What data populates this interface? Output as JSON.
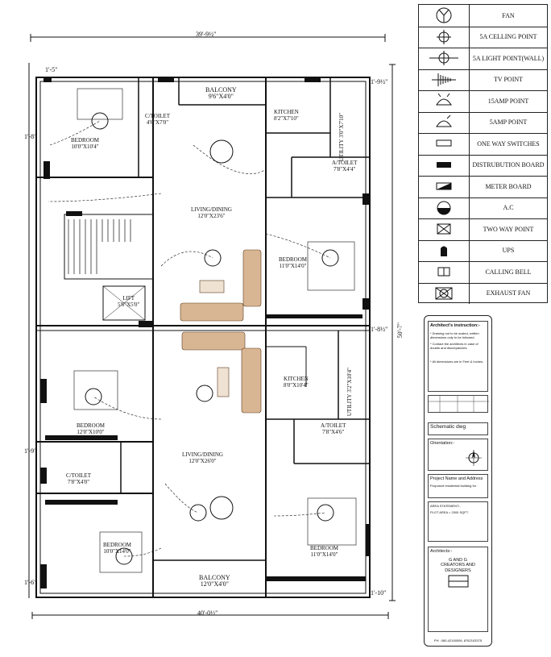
{
  "dimensions": {
    "top": "39'-9½\"",
    "bottom": "40'-0½\"",
    "right_total": "50'-7\"",
    "right_upper": "1'-9½\"",
    "right_mid": "1'-8½\"",
    "right_lower": "1'-10\"",
    "left_upper": "1'-8\"",
    "left_mid": "1'-9\"",
    "left_lower": "1'-6\"",
    "left_top": "1'-5\""
  },
  "rooms": {
    "bedroom1": {
      "name": "BEDROOM",
      "size": "10'0\"X10'4\""
    },
    "ctoilet1": {
      "name": "C/TOILET",
      "size": "4'6\"X7'0\""
    },
    "balcony1": {
      "name": "BALCONY",
      "size": "9'6\"X4'0\""
    },
    "kitchen1": {
      "name": "KITCHEN",
      "size": "8'2\"X7'10\""
    },
    "utility1": {
      "name": "UTILITY",
      "size": "3'0\"X7'10\""
    },
    "atoilet1": {
      "name": "A/TOILET",
      "size": "7'8\"X4'4\""
    },
    "living1": {
      "name": "LIVING/DINING",
      "size": "12'0\"X23'6\""
    },
    "bedroom2": {
      "name": "BEDROOM",
      "size": "11'0\"X14'0\""
    },
    "lift": {
      "name": "LIFT",
      "size": "5'6\"X5'0\""
    },
    "kitchen2": {
      "name": "KITCHEN",
      "size": "8'0\"X10'4\""
    },
    "utility2": {
      "name": "UTILITY",
      "size": "3'2\"X10'4\""
    },
    "bedroom3": {
      "name": "BEDROOM",
      "size": "12'0\"X10'0\""
    },
    "atoilet2": {
      "name": "A/TOILET",
      "size": "7'8\"X4'6\""
    },
    "living2": {
      "name": "LIVING/DINING",
      "size": "12'0\"X26'0\""
    },
    "ctoilet2": {
      "name": "C/TOILET",
      "size": "7'8\"X4'0\""
    },
    "bedroom4": {
      "name": "BEDROOM",
      "size": "11'0\"X14'0\""
    },
    "bedroom5": {
      "name": "BEDROOM",
      "size": "10'0\"X14'0\""
    },
    "balcony2": {
      "name": "BALCONY",
      "size": "12'0\"X4'0\""
    }
  },
  "legend": [
    {
      "icon": "fan-icon",
      "label": "FAN"
    },
    {
      "icon": "ceiling-point-icon",
      "label": "5A CELLING POINT"
    },
    {
      "icon": "wall-light-point-icon",
      "label": "5A LIGHT POINT(WALL)"
    },
    {
      "icon": "tv-point-icon",
      "label": "TV POINT"
    },
    {
      "icon": "15amp-point-icon",
      "label": "15AMP POINT"
    },
    {
      "icon": "5amp-point-icon",
      "label": "5AMP POINT"
    },
    {
      "icon": "one-way-switch-icon",
      "label": "ONE WAY SWITCHES"
    },
    {
      "icon": "distribution-board-icon",
      "label": "DISTRUBUTION BOARD"
    },
    {
      "icon": "meter-board-icon",
      "label": "METER BOARD"
    },
    {
      "icon": "ac-icon",
      "label": "A.C"
    },
    {
      "icon": "two-way-point-icon",
      "label": "TWO WAY POINT"
    },
    {
      "icon": "ups-icon",
      "label": "UPS"
    },
    {
      "icon": "calling-bell-icon",
      "label": "CALLING BELL"
    },
    {
      "icon": "exhaust-fan-icon",
      "label": "EXHAUST FAN"
    }
  ],
  "title_block": {
    "instructions_title": "Architect's instruction:-",
    "instructions": [
      "* Drawing not to be scaled, written dimensions only to be followed.",
      "* Contact the architects in case of doubts and discrepancies.",
      "* All dimensions are in Feet & Inches."
    ],
    "drawing_title": "Schematic dwg",
    "orientation": "Orientation:-",
    "project_title": "Project Name and Address",
    "project_name": "Proposed residential building for",
    "area_title": "AREA STATEMENT:-",
    "plot_area": "PLOT AREA = 2000 SQFT.",
    "architects_title": "Architects:-",
    "firm_short": "G AND G",
    "firm_name": "CREATORS AND DESIGNERS",
    "phone": "PH : 080-42150006, 8762103375"
  },
  "colors": {
    "line": "#111111",
    "furniture": "#c9a27a",
    "wall": "#111111"
  }
}
